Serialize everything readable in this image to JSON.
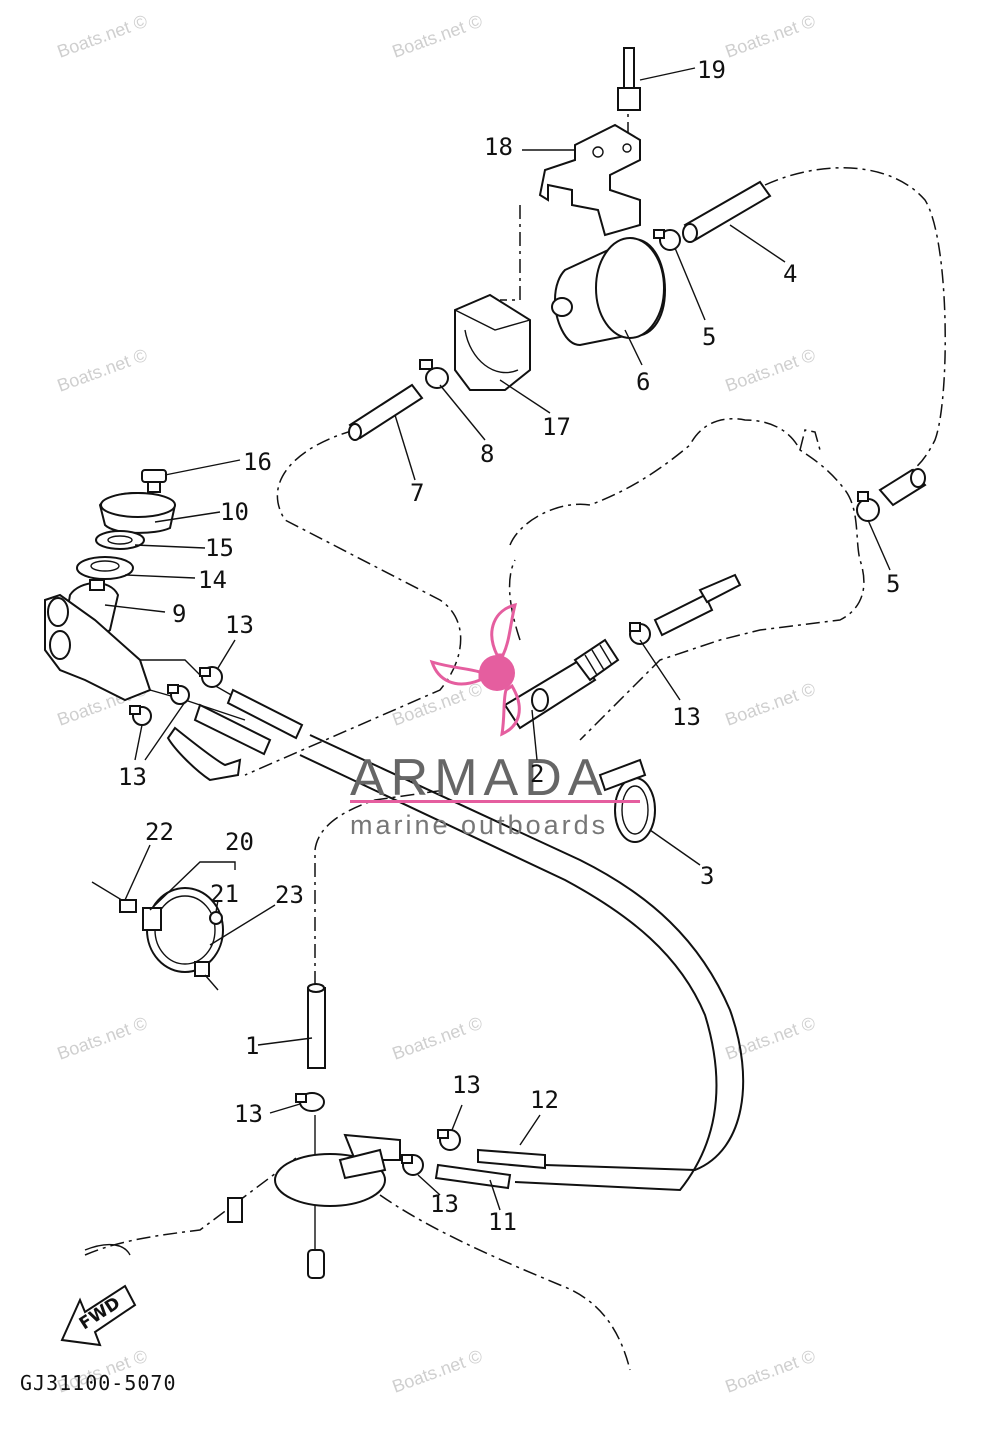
{
  "watermark": "Boats.net ©",
  "brand": {
    "name": "ARMADA",
    "tagline": "marine outboards",
    "accent_color": "#e55e9f"
  },
  "diagram": {
    "code": "GJ31100-5070",
    "fwd_label": "FWD",
    "callouts": [
      "1",
      "2",
      "3",
      "4",
      "5",
      "5",
      "6",
      "7",
      "8",
      "9",
      "10",
      "11",
      "12",
      "13",
      "13",
      "13",
      "13",
      "13",
      "13",
      "14",
      "15",
      "16",
      "17",
      "18",
      "19",
      "20",
      "21",
      "22",
      "23"
    ]
  }
}
